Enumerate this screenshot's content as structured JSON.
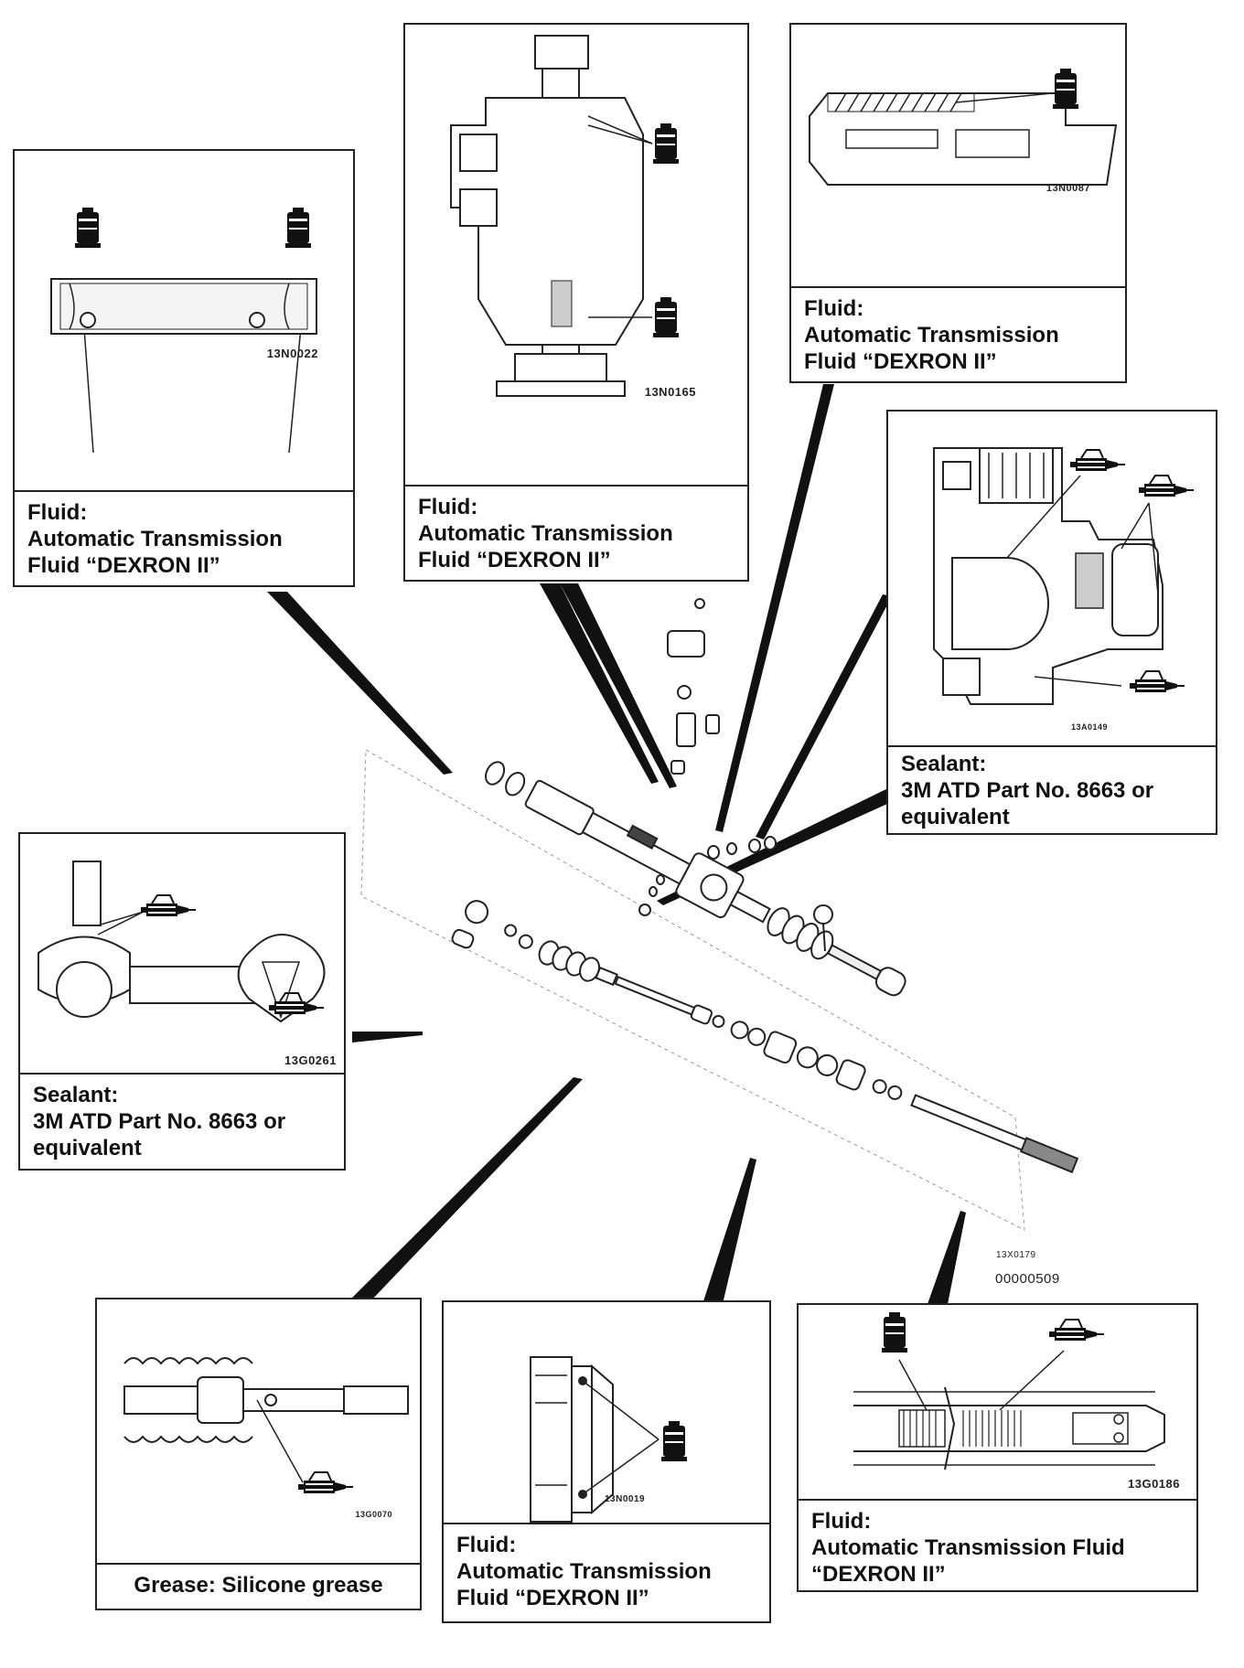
{
  "panels": {
    "p1": {
      "code": "13N0022",
      "caption": [
        "Fluid:",
        "Automatic Transmission",
        "Fluid “DEXRON II”"
      ]
    },
    "p2": {
      "code": "13N0165",
      "caption": [
        "Fluid:",
        "Automatic Transmission",
        "Fluid “DEXRON II”"
      ]
    },
    "p3": {
      "code": "13N0087",
      "caption": [
        "Fluid:",
        "Automatic Transmission",
        "Fluid “DEXRON II”"
      ]
    },
    "p4": {
      "code": "13A0149",
      "caption": [
        "Sealant:",
        "3M ATD Part No. 8663 or",
        "equivalent"
      ]
    },
    "p5": {
      "code": "13G0261",
      "caption": [
        "Sealant:",
        "3M ATD Part No. 8663 or",
        "equivalent"
      ]
    },
    "p6": {
      "code": "13G0070",
      "caption": [
        "Grease: Silicone grease"
      ]
    },
    "p7": {
      "code": "13N0019",
      "caption": [
        "Fluid:",
        "Automatic Transmission",
        "Fluid “DEXRON II”"
      ]
    },
    "p8": {
      "code": "13G0186",
      "caption": [
        "Fluid:",
        "Automatic Transmission Fluid",
        "“DEXRON II”"
      ]
    }
  },
  "figure": {
    "small_code": "13X0179",
    "ref_code": "00000509"
  },
  "icons": [
    "oil-can-icon",
    "grease-gun-icon"
  ]
}
